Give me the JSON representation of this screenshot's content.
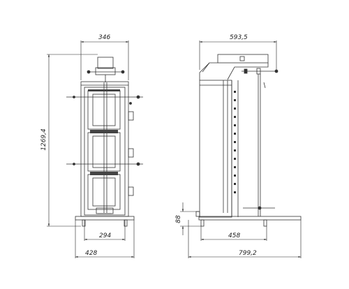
{
  "dimensions": {
    "front_top_width": "346",
    "front_height": "1269,4",
    "front_inner_width": "294",
    "front_base_width": "428",
    "side_top_width": "593,5",
    "side_foot_height": "88",
    "side_inner_width": "458",
    "side_base_width": "799,2"
  }
}
